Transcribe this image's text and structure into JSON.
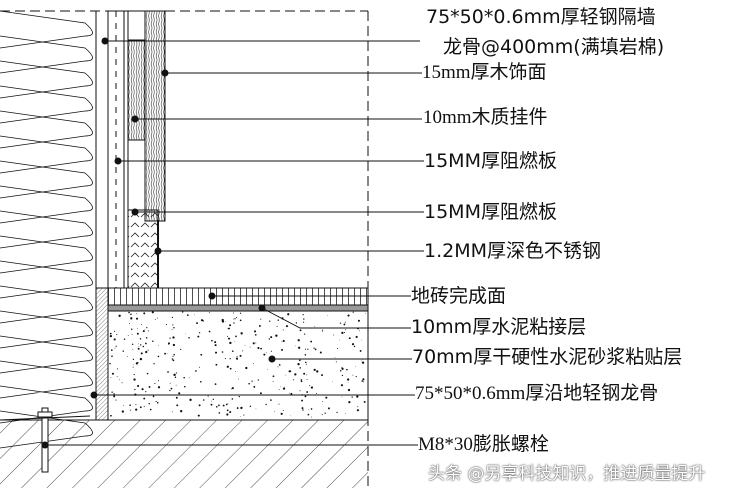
{
  "labels": [
    {
      "id": "stud-wall-1",
      "text": "75*50*0.6mm厚轻钢隔墙"
    },
    {
      "id": "stud-wall-2",
      "text": "龙骨@400mm(满填岩棉)"
    },
    {
      "id": "wood-finish",
      "text": "15mm厚木饰面"
    },
    {
      "id": "wood-hanger",
      "text": "10mm木质挂件"
    },
    {
      "id": "fire-board-1",
      "text": "15MM厚阻燃板"
    },
    {
      "id": "fire-board-2",
      "text": "15MM厚阻燃板"
    },
    {
      "id": "stainless",
      "text": "1.2MM厚深色不锈钢"
    },
    {
      "id": "tile",
      "text": "地砖完成面"
    },
    {
      "id": "cement-bond",
      "text": "10mm厚水泥粘接层"
    },
    {
      "id": "mortar",
      "text": "70mm厚干硬性水泥砂浆粘贴层"
    },
    {
      "id": "floor-track",
      "text": "75*50*0.6mm厚沿地轻钢龙骨"
    },
    {
      "id": "anchor-bolt",
      "text": "M8*30膨胀螺栓"
    }
  ],
  "watermark": "头条 @另享科技知识，推进质量提升"
}
